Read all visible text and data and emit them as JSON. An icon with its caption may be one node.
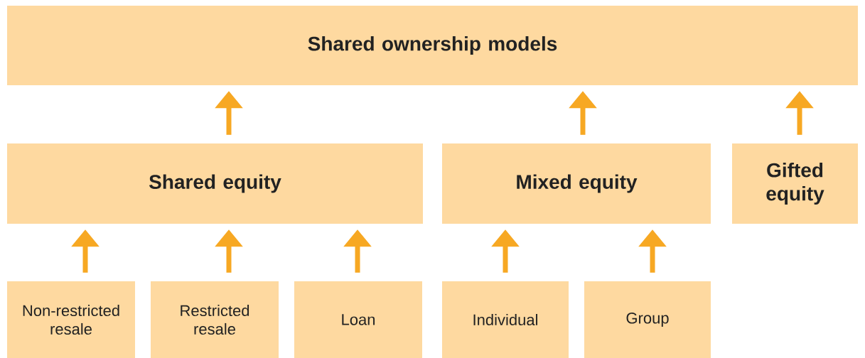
{
  "diagram": {
    "nodes": [
      {
        "text": [
          "Shared ownership models"
        ]
      },
      {
        "text": [
          "Shared equity"
        ]
      },
      {
        "text": [
          "Mixed equity"
        ]
      },
      {
        "text": [
          "Gifted equity"
        ]
      },
      {
        "text": [
          "Non-restricted resale"
        ]
      },
      {
        "text": [
          "Restricted resale"
        ]
      },
      {
        "text": [
          "Loan"
        ]
      },
      {
        "text": [
          "Individual"
        ]
      },
      {
        "text": [
          "Group"
        ]
      }
    ],
    "edges": [
      {
        "from": 1,
        "to": 0,
        "arrow": "to"
      },
      {
        "from": 2,
        "to": 0,
        "arrow": "to"
      },
      {
        "from": 3,
        "to": 0,
        "arrow": "to"
      },
      {
        "from": 4,
        "to": 1,
        "arrow": "to"
      },
      {
        "from": 5,
        "to": 1,
        "arrow": "to"
      },
      {
        "from": 6,
        "to": 1,
        "arrow": "to"
      },
      {
        "from": 7,
        "to": 2,
        "arrow": "to"
      },
      {
        "from": 8,
        "to": 2,
        "arrow": "to"
      }
    ]
  }
}
